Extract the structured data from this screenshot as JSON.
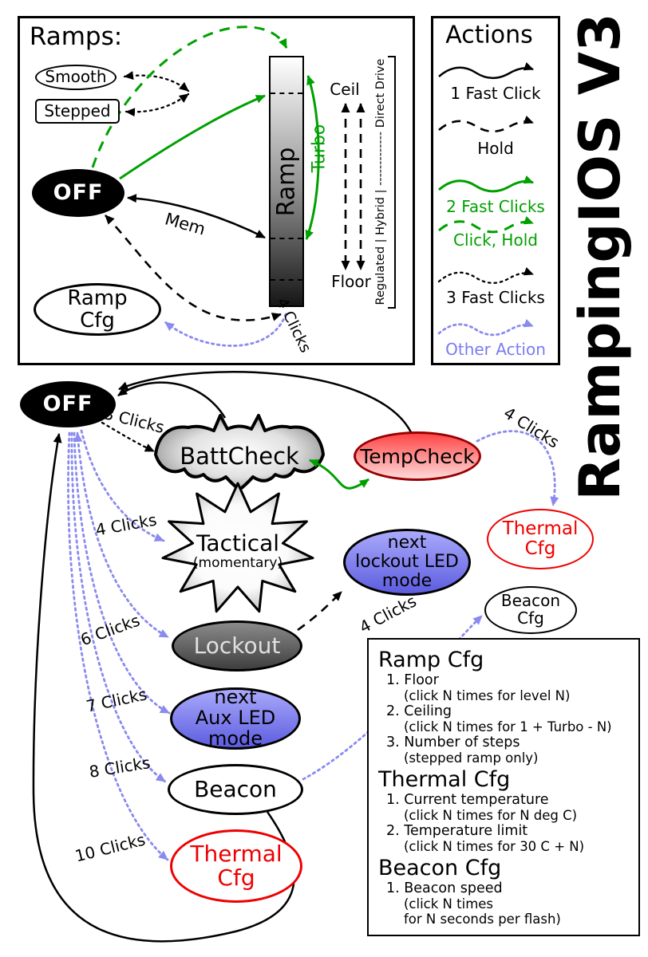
{
  "colors": {
    "green": "#00A000",
    "dotted_blue": "#8A8AEF",
    "red": "#EE0000",
    "node_blue": "#7D7DF0"
  },
  "title": "RampingIOS V3",
  "ramps": {
    "heading": "Ramps:",
    "smooth": "Smooth",
    "stepped": "Stepped",
    "off": "OFF",
    "bar": "Ramp",
    "turbo": "Turbo",
    "ceil": "Ceil",
    "floor": "Floor",
    "drive_scale": "Regulated | Hybrid | ------------- Direct Drive",
    "mem": "Mem",
    "ramp_cfg": "Ramp\nCfg",
    "cfg_clicks": "4 Clicks"
  },
  "actions": {
    "heading": "Actions",
    "items": [
      {
        "label": "1 Fast Click"
      },
      {
        "label": "Hold"
      },
      {
        "label": "2 Fast Clicks"
      },
      {
        "label": "Click, Hold"
      },
      {
        "label": "3 Fast Clicks"
      },
      {
        "label": "Other Action"
      }
    ]
  },
  "states": {
    "off": "OFF",
    "battcheck": "BattCheck",
    "tempcheck": "TempCheck",
    "thermal_cfg_top": "Thermal\nCfg",
    "tactical": "Tactical",
    "tactical_note": "(momentary)",
    "next_lockout": "next\nlockout LED\nmode",
    "beacon_cfg": "Beacon\nCfg",
    "lockout": "Lockout",
    "next_aux": "next\nAux LED\nmode",
    "beacon": "Beacon",
    "thermal_cfg_bottom": "Thermal\nCfg"
  },
  "edges": {
    "battcheck": "3 Clicks",
    "tactical": "4 Clicks",
    "lockout": "6 Clicks",
    "aux": "7 Clicks",
    "beacon": "8 Clicks",
    "thermal": "10 Clicks",
    "thermal_cfg": "4 Clicks",
    "beacon_cfg": "4 Clicks"
  },
  "config": {
    "ramp_heading": "Ramp Cfg",
    "ramp_items": [
      {
        "t": "1. Floor",
        "d": "(click N times for level N)"
      },
      {
        "t": "2. Ceiling",
        "d": "(click N times for 1 + Turbo - N)"
      },
      {
        "t": "3. Number of steps",
        "d": "(stepped ramp only)"
      }
    ],
    "thermal_heading": "Thermal Cfg",
    "thermal_items": [
      {
        "t": "1. Current temperature",
        "d": "(click N times for N deg C)"
      },
      {
        "t": "2. Temperature limit",
        "d": "(click N times for 30 C + N)"
      }
    ],
    "beacon_heading": "Beacon Cfg",
    "beacon_items": [
      {
        "t": "1. Beacon speed",
        "d": "(click N times\nfor N seconds per flash)"
      }
    ]
  }
}
